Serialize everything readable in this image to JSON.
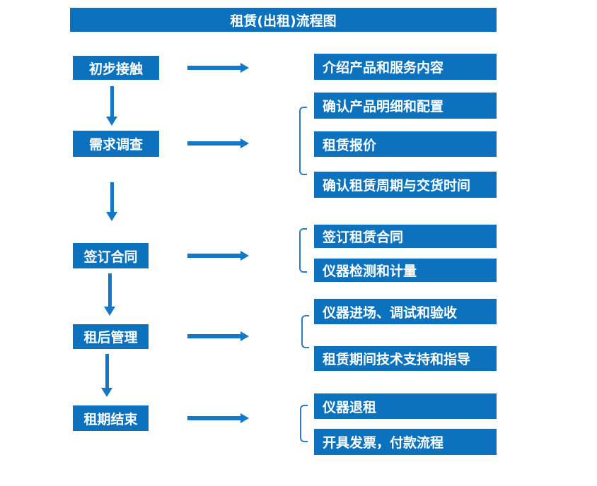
{
  "title": "租赁(出租)流程图",
  "colors": {
    "box": "#0C72BE",
    "arrow": "#1478C8",
    "bracket": "#2E79C4",
    "text": "#FFFFFF",
    "page_bg": "#FFFFFF"
  },
  "steps": [
    {
      "label": "初步接触",
      "details": [
        "介绍产品和服务内容"
      ]
    },
    {
      "label": "需求调查",
      "details": [
        "确认产品明细和配置",
        "租赁报价",
        "确认租赁周期与交货时间"
      ]
    },
    {
      "label": "签订合同",
      "details": [
        "签订租赁合同",
        "仪器检测和计量"
      ]
    },
    {
      "label": "租后管理",
      "details": [
        "仪器进场、调试和验收",
        "租赁期间技术支持和指导"
      ]
    },
    {
      "label": "租期结束",
      "details": [
        "仪器退租",
        "开具发票，付款流程"
      ]
    }
  ]
}
